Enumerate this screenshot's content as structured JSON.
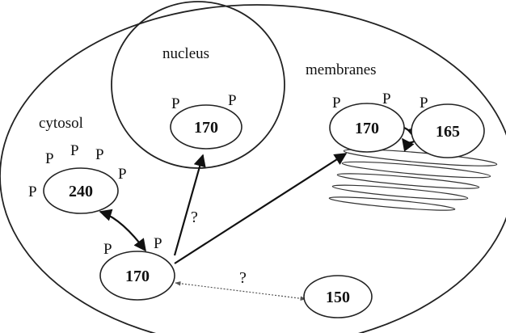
{
  "compartments": {
    "nucleus": "nucleus",
    "membranes": "membranes",
    "cytosol": "cytosol"
  },
  "isoforms": {
    "nuclear": "170",
    "membrane_170": "170",
    "membrane_165": "165",
    "cytosol_240": "240",
    "cytosol_170": "170",
    "other_150": "150"
  },
  "phospho_label": "P",
  "unknown_label": "?"
}
